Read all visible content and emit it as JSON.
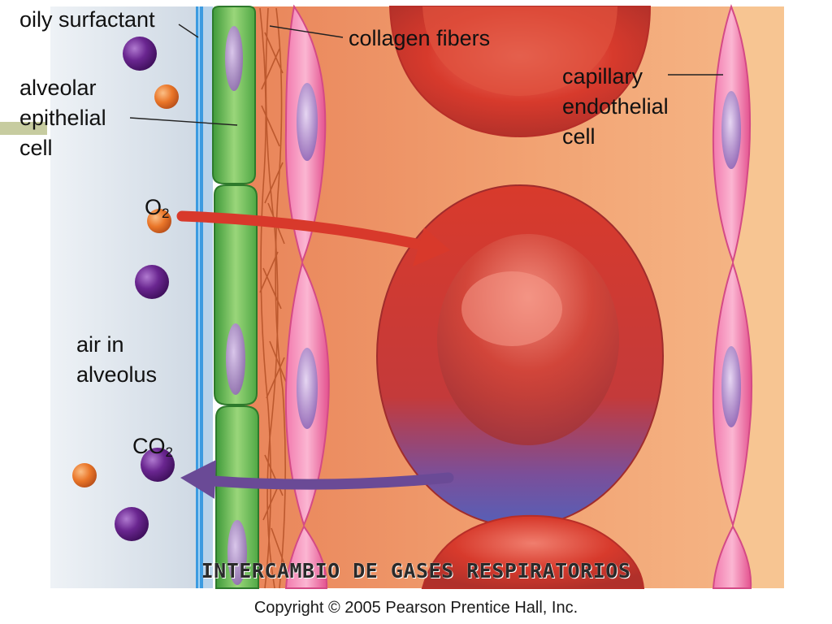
{
  "labels": {
    "oily_surfactant": "oily surfactant",
    "collagen_fibers": "collagen fibers",
    "alveolar_epithelial_cell": [
      "alveolar",
      "epithelial",
      "cell"
    ],
    "capillary_endothelial_cell": [
      "capillary",
      "endothelial",
      "cell"
    ],
    "air_in_alveolus": [
      "air in",
      "alveolus"
    ],
    "o2": {
      "base": "O",
      "sub": "2"
    },
    "co2": {
      "base": "CO",
      "sub": "2"
    }
  },
  "banner": "INTERCAMBIO DE GASES RESPIRATORIOS",
  "copyright": "Copyright © 2005 Pearson Prentice Hall, Inc.",
  "colors": {
    "air": "#dfe6ee",
    "surfactant": "#3c9be0",
    "epithelial": "#6dbd4f",
    "plasma": "#f2a072",
    "red_cell": "#d83a2c",
    "endothelial": "#ee5f9a",
    "o2_arrow": "#d8392b",
    "co2_arrow": "#6a4a96",
    "oxygen": "#e8742a",
    "co2_molecule": "#5a1d7e"
  }
}
